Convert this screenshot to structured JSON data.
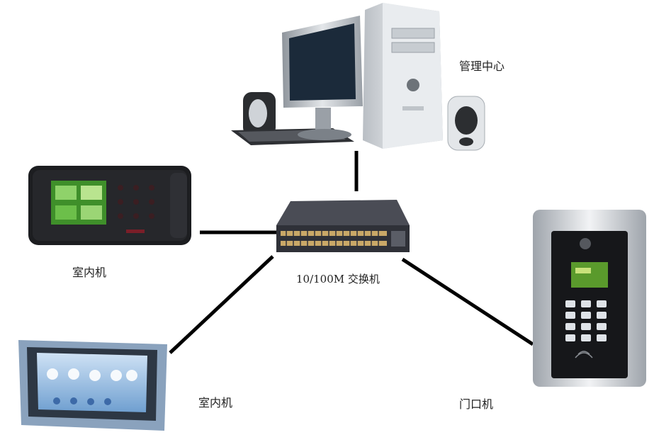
{
  "diagram": {
    "nodes": {
      "management_center": {
        "label": "管理中心"
      },
      "switch": {
        "label": "10/100M 交换机"
      },
      "indoor_unit_1": {
        "label": "室内机"
      },
      "indoor_unit_2": {
        "label": "室内机"
      },
      "door_unit": {
        "label": "门口机"
      }
    },
    "edges": [
      {
        "from": "switch",
        "to": "management_center"
      },
      {
        "from": "switch",
        "to": "indoor_unit_1"
      },
      {
        "from": "switch",
        "to": "indoor_unit_2"
      },
      {
        "from": "switch",
        "to": "door_unit"
      }
    ]
  },
  "colors": {
    "line": "#000000",
    "monitor": "#c8cdd4",
    "screen_green": "#3f8f2a",
    "switch_body": "#3a3c44"
  }
}
